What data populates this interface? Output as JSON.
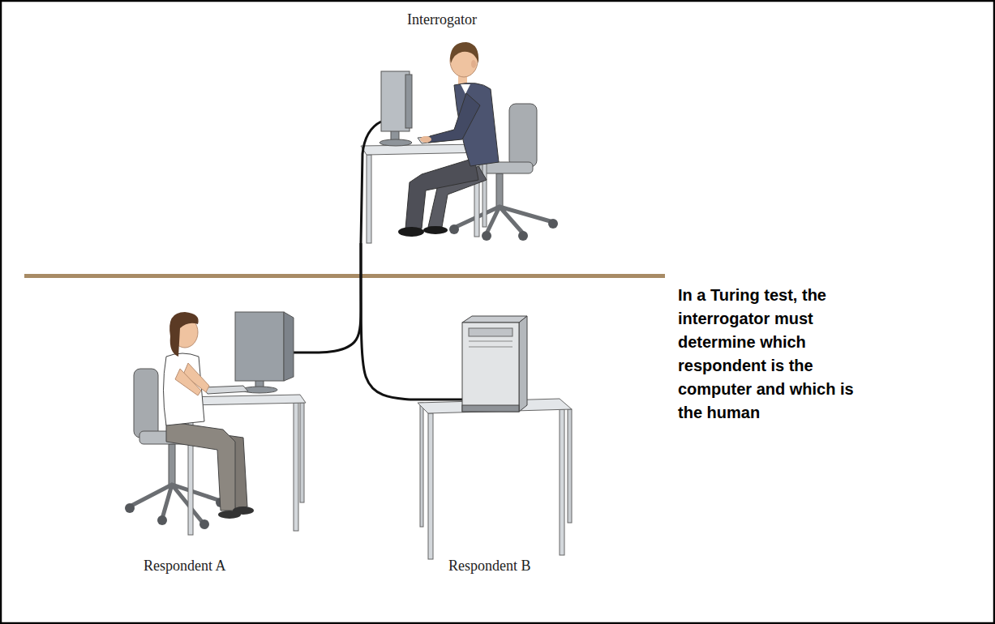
{
  "diagram": {
    "nodes": [
      {
        "text": [
          "Interrogator"
        ]
      },
      {
        "text": [
          "Respondent A"
        ]
      },
      {
        "text": [
          "Respondent B"
        ]
      }
    ],
    "edges": [
      {
        "from": 0,
        "to": 1,
        "arrow": "none"
      },
      {
        "from": 0,
        "to": 2,
        "arrow": "none"
      }
    ],
    "labels": [
      "In a Turing test, the interrogator must determine which respondent is the computer and which is the human"
    ]
  }
}
